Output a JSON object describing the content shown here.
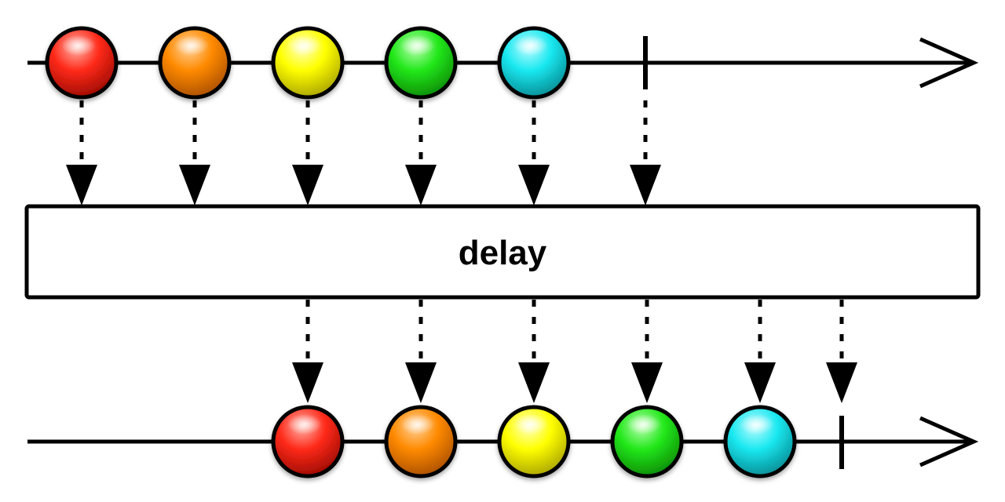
{
  "operator": {
    "label": "delay"
  },
  "colors": {
    "line": "#000000",
    "box_fill": "#ffffff",
    "marbles": [
      {
        "name": "red",
        "fill": "#ff2a1a",
        "light": "#ffb3a8",
        "dark": "#9a0a00"
      },
      {
        "name": "orange",
        "fill": "#ff8a00",
        "light": "#ffd199",
        "dark": "#a84e00"
      },
      {
        "name": "yellow",
        "fill": "#ffff00",
        "light": "#ffffc2",
        "dark": "#a8a200"
      },
      {
        "name": "green",
        "fill": "#22e81a",
        "light": "#b8ffb0",
        "dark": "#0c8a06"
      },
      {
        "name": "cyan",
        "fill": "#1ae8f0",
        "light": "#bafcff",
        "dark": "#058a92"
      }
    ]
  },
  "source_stream": {
    "emissions": [
      "red",
      "orange",
      "yellow",
      "green",
      "cyan"
    ],
    "completes": true
  },
  "result_stream": {
    "emissions": [
      "red",
      "orange",
      "yellow",
      "green",
      "cyan"
    ],
    "completes": true
  }
}
